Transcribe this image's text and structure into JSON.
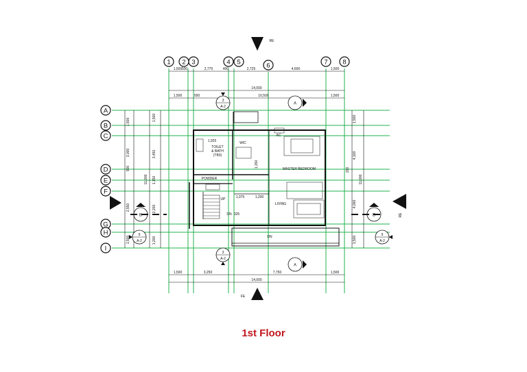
{
  "title": "1st Floor",
  "colors": {
    "grid": "#22b14c",
    "ink": "#111111",
    "title": "#c0161c"
  },
  "grid_columns": [
    "1",
    "2",
    "3",
    "4",
    "5",
    "6",
    "7",
    "8"
  ],
  "grid_rows": [
    "A",
    "B",
    "C",
    "D",
    "E",
    "F",
    "G",
    "H",
    "I"
  ],
  "dimensions": {
    "top_row": [
      "1,500",
      "500",
      "2,775",
      "400",
      "2,725",
      "4,600",
      "1,500"
    ],
    "top_total": "14,000",
    "top_mid": [
      "1,500",
      "500",
      "10,500",
      "1,500"
    ],
    "bottom_row": [
      "1,500",
      "3,250",
      "7,750",
      "1,500"
    ],
    "bottom_total": "14,000",
    "left_outer": [
      "1,500",
      "3,000",
      "900",
      "2,550",
      "1,500"
    ],
    "left_mid": [
      "1,500",
      "3,450",
      "1,150",
      "2,200",
      "1,200"
    ],
    "left_total": "11,000",
    "right_outer": [
      "1,500",
      "4,100",
      "4,000",
      "1,500"
    ],
    "right_total": "11,000",
    "right_small": "200"
  },
  "rooms": {
    "toilet": [
      "TOILET",
      "& BATH",
      "(TB3)"
    ],
    "toilet_dim": "1,925",
    "wic": "WIC",
    "ac": "AC",
    "master": "MASTER BEDROOM",
    "powder": "POWDER",
    "living": "LIVING",
    "up": "UP",
    "dn1": "DN",
    "dn2": "DN",
    "dim_1075": "1,075",
    "dim_1200": "1,200",
    "dim_325": "325",
    "dim_1150": "1,150"
  },
  "markers": {
    "re_top": "RE",
    "fe_bottom": "FE",
    "re_right": "RE",
    "b_left": "B",
    "b_right": "B",
    "a_top": "A",
    "a_bottom": "A",
    "sec_left": [
      "9",
      "A-2"
    ],
    "sec_right": [
      "9",
      "A-2"
    ],
    "sec_top": [
      "3",
      "A-2"
    ],
    "sec_bottom": [
      "3",
      "A-2"
    ]
  }
}
